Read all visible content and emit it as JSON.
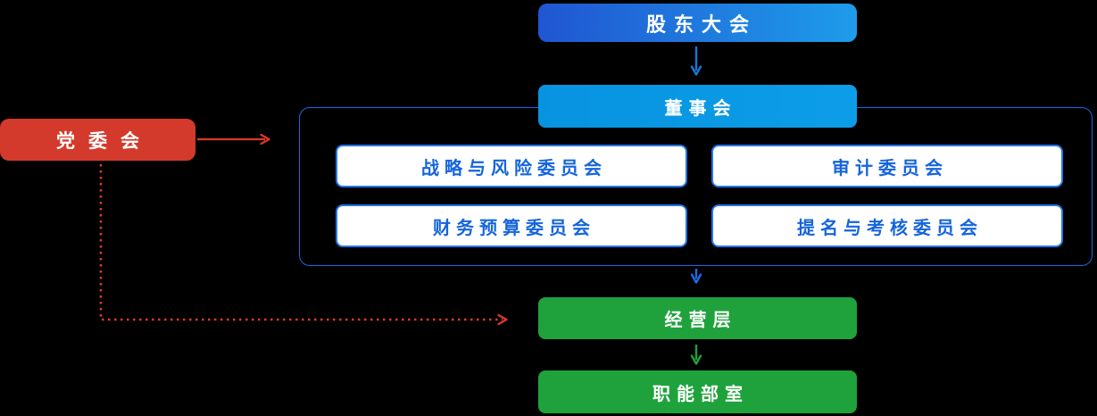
{
  "nodes": {
    "shareholders": {
      "label": "股东大会"
    },
    "board": {
      "label": "董事会"
    },
    "committees": [
      {
        "label": "战略与风险委员会"
      },
      {
        "label": "审计委员会"
      },
      {
        "label": "财务预算委员会"
      },
      {
        "label": "提名与考核委员会"
      }
    ],
    "party": {
      "label": "党委会"
    },
    "management": {
      "label": "经营层"
    },
    "departments": {
      "label": "职能部室"
    }
  },
  "colors": {
    "background": "#000000",
    "shareholders_gradient_start": "#2056D2",
    "shareholders_gradient_end": "#1E9CEA",
    "board_blue": "#0998E4",
    "committee_border_blue": "#2277EE",
    "committee_text_blue": "#1565DB",
    "container_border_blue": "#1A66E8",
    "party_red": "#D43A2B",
    "green": "#1FA23C",
    "arrow_blue_top": "#1778D6",
    "arrow_blue_bottom": "#1A6BE8",
    "arrow_green": "#1FA23C",
    "arrow_red": "#DA3A28"
  }
}
